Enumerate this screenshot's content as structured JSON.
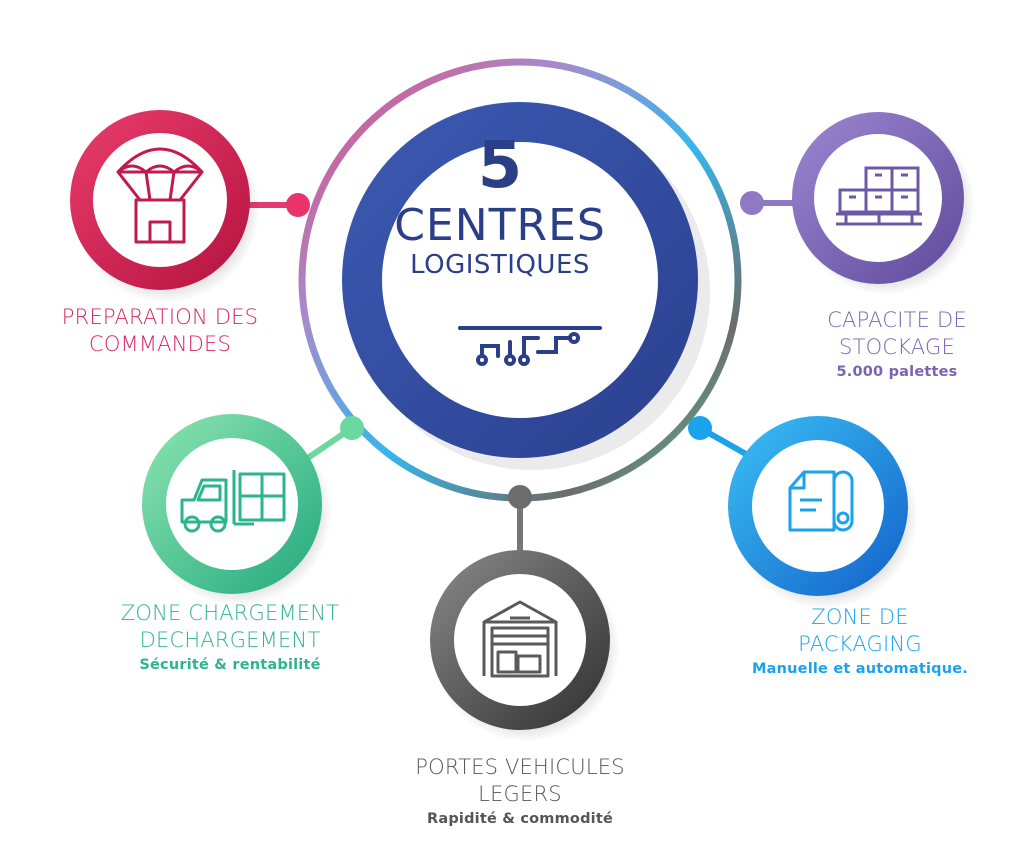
{
  "center": {
    "number": "5",
    "line1": "CENTRES",
    "line2": "LOGISTIQUES",
    "icon": "circuit-icon"
  },
  "nodes": {
    "preparation": {
      "line1": "PREPARATION DES",
      "line2": "COMMANDES",
      "icon": "parachute-box-icon",
      "color": "#d6245f"
    },
    "stockage": {
      "line1": "CAPACITE DE",
      "line2": "STOCKAGE",
      "sub": "5.000 palettes",
      "icon": "pallet-boxes-icon",
      "color": "#7b63b3"
    },
    "chargement": {
      "line1": "ZONE CHARGEMENT",
      "line2": "DECHARGEMENT",
      "sub": "Sécurité & rentabilité",
      "icon": "forklift-icon",
      "color": "#2bb58f"
    },
    "packaging": {
      "line1": "ZONE DE",
      "line2": "PACKAGING",
      "sub": "Manuelle et automatique.",
      "icon": "film-roll-icon",
      "color": "#1aa3ea"
    },
    "portes": {
      "line1": "PORTES VEHICULES",
      "line2": "LEGERS",
      "sub": "Rapidité & commodité",
      "icon": "warehouse-door-icon",
      "color": "#555555"
    }
  }
}
